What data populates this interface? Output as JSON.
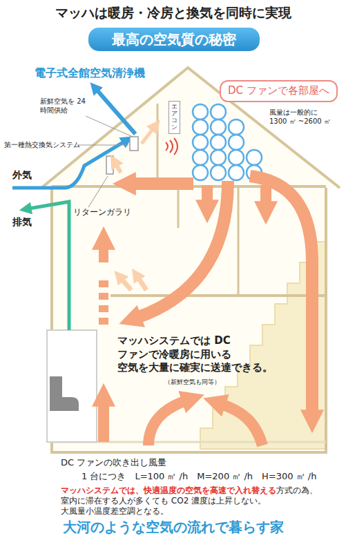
{
  "diagram": {
    "title": "マッハは暖房・冷房と換気を同時に実現",
    "caption": "大河のような空気の流れで暮らす家",
    "nodes": [
      {
        "text": [
          "最高の空気質の秘密"
        ]
      },
      {
        "text": [
          "DC ファンで各部屋へ"
        ]
      },
      {
        "text": [
          "エアコン"
        ]
      }
    ],
    "labels": [
      "電子式全館空気清浄機",
      "新鮮空気を 24 時間供給",
      "第一種熱交換気システム",
      "外気",
      "排気",
      "リターンガラリ",
      "風量は一般的に 1300 ㎥ ~2600 ㎥",
      "マッハシステムでは DC ファンで冷暖房に用いる 空気を大量に確実に送達できる。",
      "（新鮮空気も同等）",
      "DC ファンの吹き出し風量",
      "1 台につき　L=100 ㎥ /h　M=200 ㎥ /h　H=300 ㎥ /h",
      "マッハシステムでは、快適温度の空気を高速で入れ替える",
      "方式の為、 室内に滞在する人が多くても CO2 濃度は上昇しない。 大風量小温度差空調となる。"
    ]
  }
}
